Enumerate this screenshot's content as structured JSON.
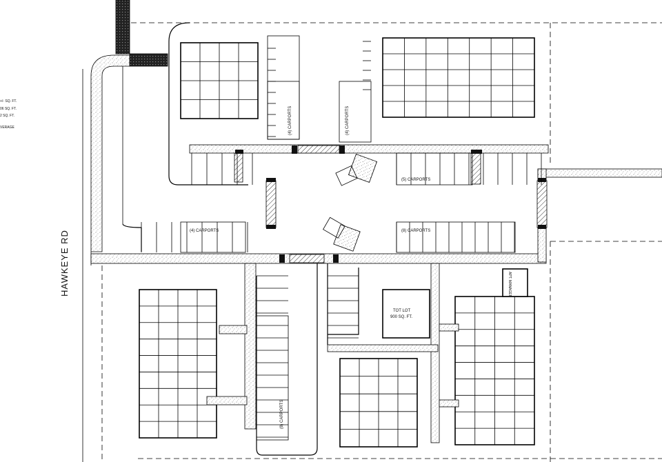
{
  "road": {
    "name": "HAWKEYE RD"
  },
  "legend": {
    "lines": [
      "+/- SQ. FT.",
      "06 SQ. FT.",
      "2 SQ. FT.",
      "VERAGE"
    ]
  },
  "carports": {
    "top_left": "(4) CARPORTS",
    "top_mid": "(4) CARPORTS",
    "top_right": "(5) CARPORTS",
    "mid_left": "(4) CARPORTS",
    "mid_right": "(8) CARPORTS",
    "bottom": "(8) CARPORTS"
  },
  "tot_lot": {
    "title": "TOT LOT",
    "area": "900 SQ. FT."
  },
  "apt_manager": {
    "label": "APT. MANAGER"
  }
}
